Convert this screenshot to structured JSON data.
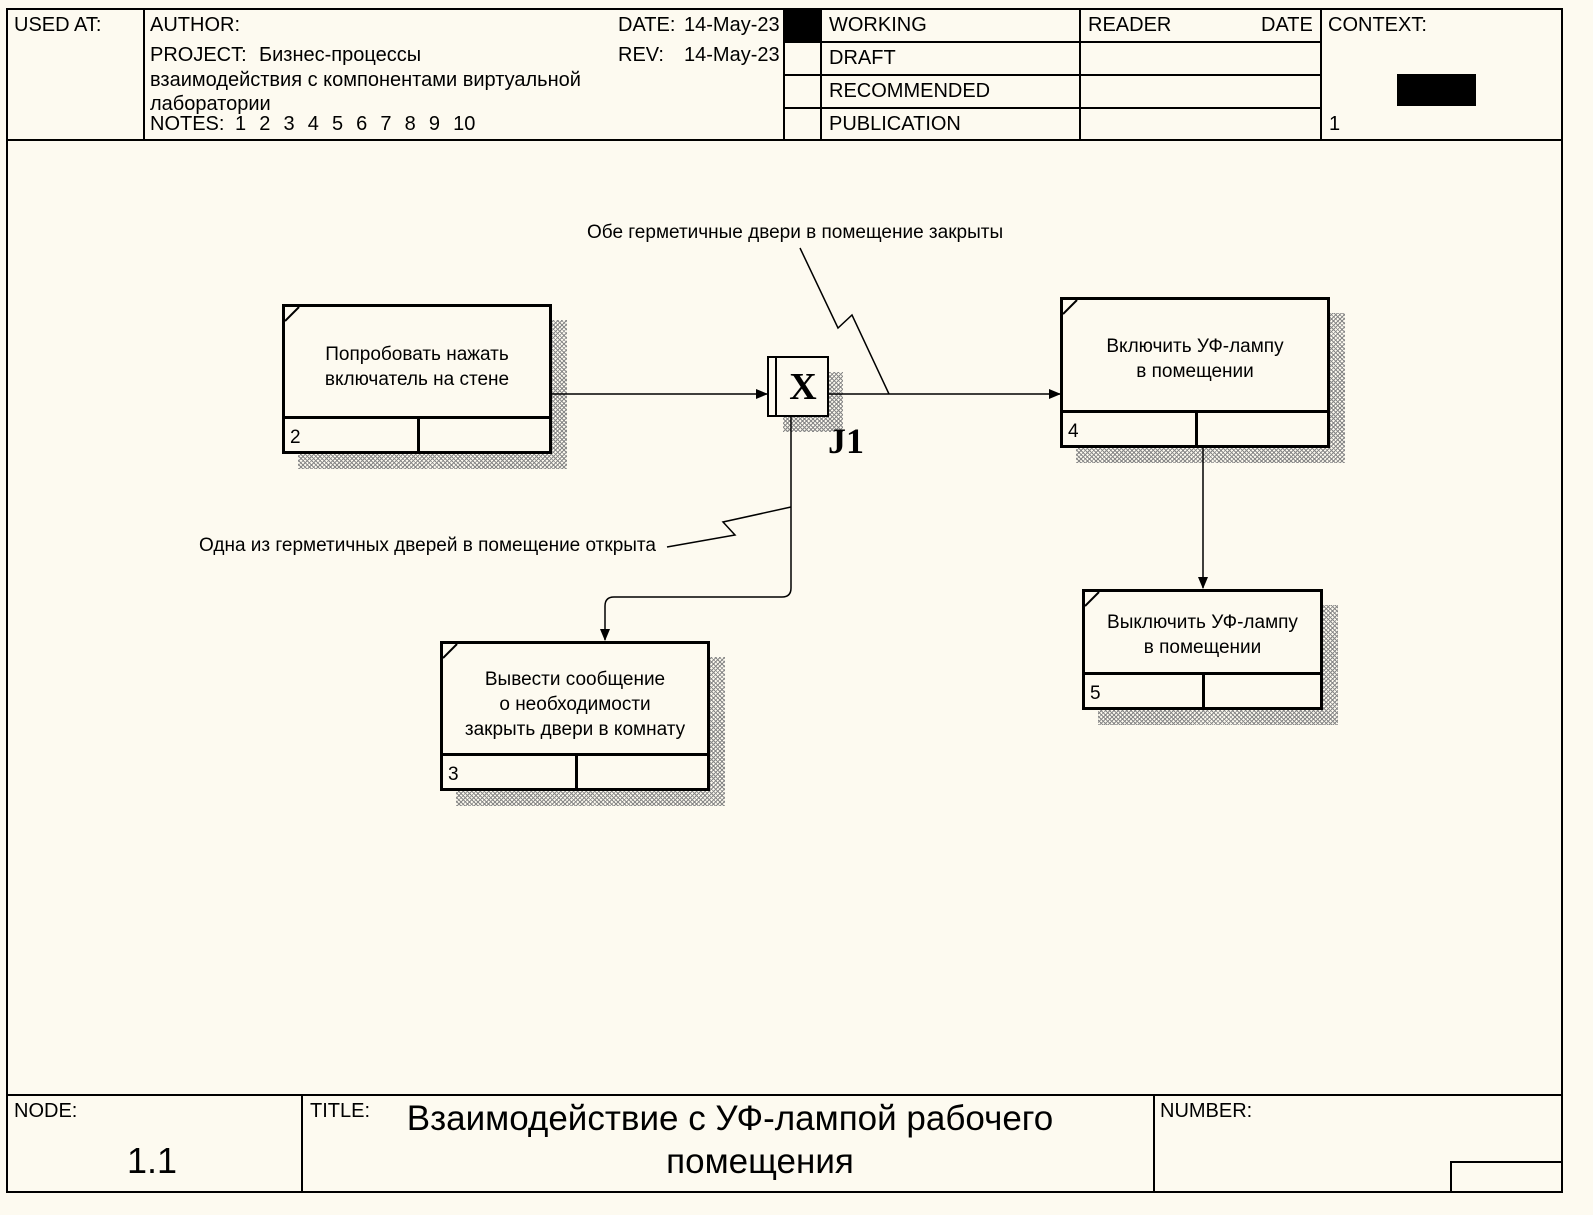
{
  "header": {
    "used_at_label": "USED AT:",
    "author_label": "AUTHOR:",
    "project_label": "PROJECT:",
    "project_line1": "Бизнес-процессы",
    "project_line2": "взаимодействия с компонентами виртуальной",
    "project_line3": "лаборатории",
    "notes_label": "NOTES:",
    "notes_values": "1  2  3  4  5  6  7  8  9  10",
    "date_label": "DATE:",
    "date_value": "14-May-23",
    "rev_label": "REV:",
    "rev_value": "14-May-23",
    "status_items": [
      "WORKING",
      "DRAFT",
      "RECOMMENDED",
      "PUBLICATION"
    ],
    "reader_label": "READER",
    "reader_date_label": "DATE",
    "context_label": "CONTEXT:",
    "context_number": "1"
  },
  "diagram": {
    "boxes": [
      {
        "label_lines": [
          "Попробовать нажать",
          "включатель на стене"
        ],
        "number": "2"
      },
      {
        "label_lines": [
          "Вывести сообщение",
          "о необходимости",
          "закрыть двери в комнату"
        ],
        "number": "3"
      },
      {
        "label_lines": [
          "Включить УФ-лампу",
          "в помещении"
        ],
        "number": "4"
      },
      {
        "label_lines": [
          "Выключить УФ-лампу",
          "в помещении"
        ],
        "number": "5"
      }
    ],
    "junction": {
      "symbol": "X",
      "label": "J1"
    },
    "notes": [
      "Обе герметичные двери в помещение закрыты",
      "Одна из герметичных дверей в помещение открыта"
    ]
  },
  "footer": {
    "node_label": "NODE:",
    "node_value": "1.1",
    "title_label": "TITLE:",
    "title_line1": "Взаимодействие с УФ-лампой рабочего",
    "title_line2": "помещения",
    "number_label": "NUMBER:"
  }
}
